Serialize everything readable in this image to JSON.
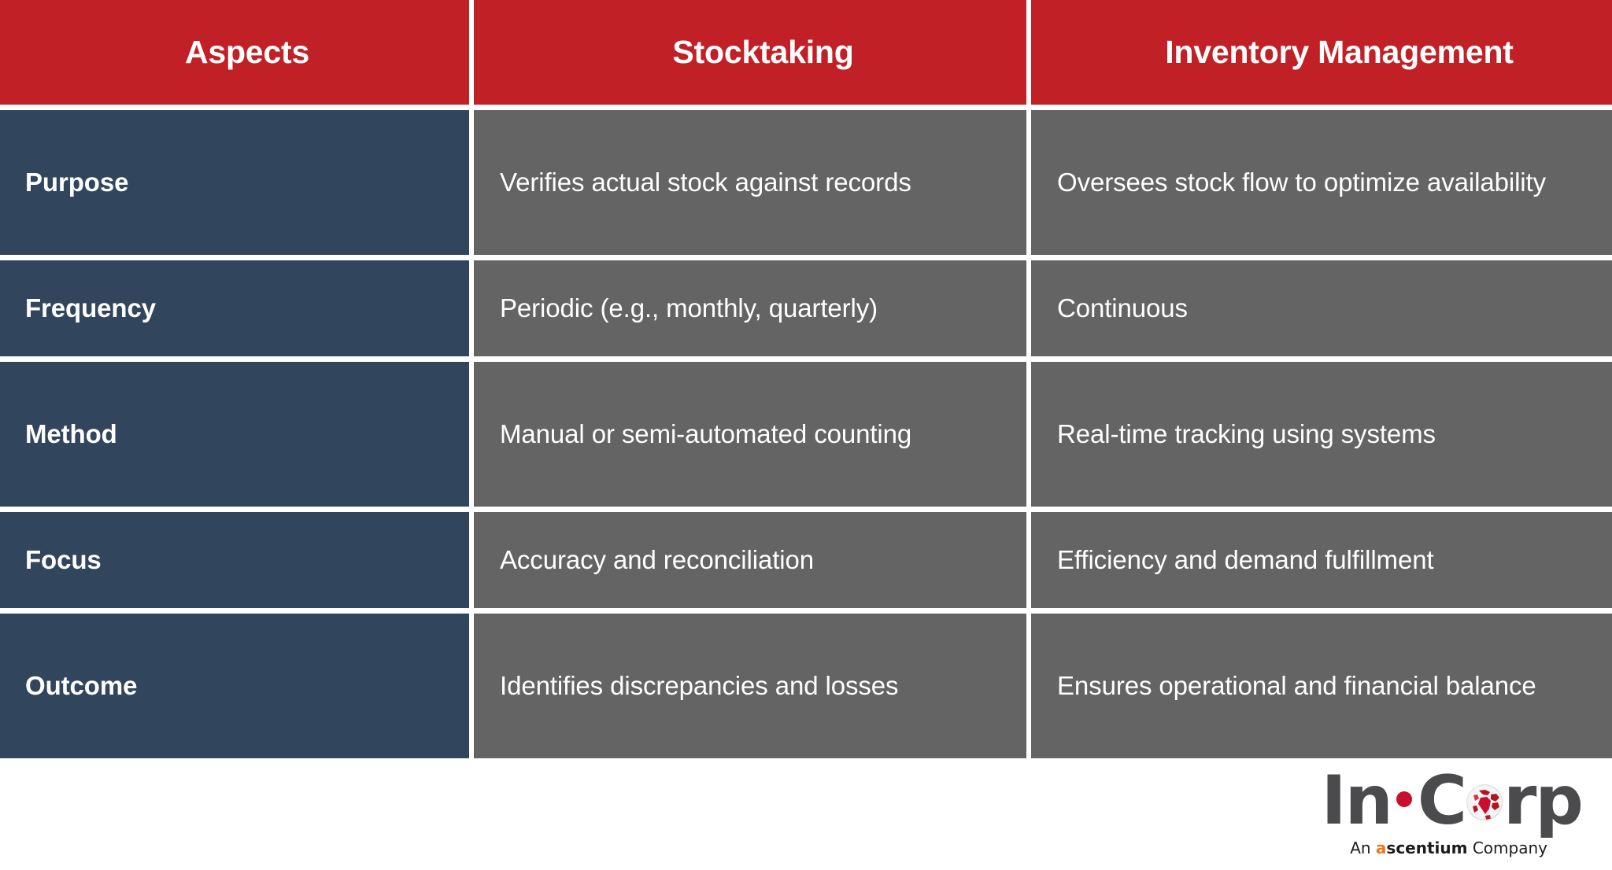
{
  "table": {
    "headers": [
      "Aspects",
      "Stocktaking",
      "Inventory Management"
    ],
    "rows": [
      {
        "aspect": "Purpose",
        "stocktaking": "Verifies actual stock against records",
        "inventory_management": "Oversees stock flow to optimize availability"
      },
      {
        "aspect": "Frequency",
        "stocktaking": "Periodic (e.g., monthly, quarterly)",
        "inventory_management": "Continuous"
      },
      {
        "aspect": "Method",
        "stocktaking": "Manual or semi-automated counting",
        "inventory_management": "Real-time tracking using systems"
      },
      {
        "aspect": "Focus",
        "stocktaking": "Accuracy and reconciliation",
        "inventory_management": "Efficiency and demand fulfillment"
      },
      {
        "aspect": "Outcome",
        "stocktaking": "Identifies discrepancies and losses",
        "inventory_management": "Ensures operational and financial balance"
      }
    ]
  },
  "logo": {
    "word_1": "In",
    "word_2": "C",
    "word_3": "rp",
    "tagline_prefix": "An ",
    "tagline_brand_accent": "a",
    "tagline_brand": "scentium",
    "tagline_suffix": " Company"
  },
  "colors": {
    "header_red": "#c12126",
    "aspect_navy": "#31465c",
    "value_gray": "#646464",
    "page_white": "#ffffff",
    "logo_gray": "#4b4b4d",
    "logo_red": "#c8102e",
    "logo_orange": "#ee7623"
  }
}
